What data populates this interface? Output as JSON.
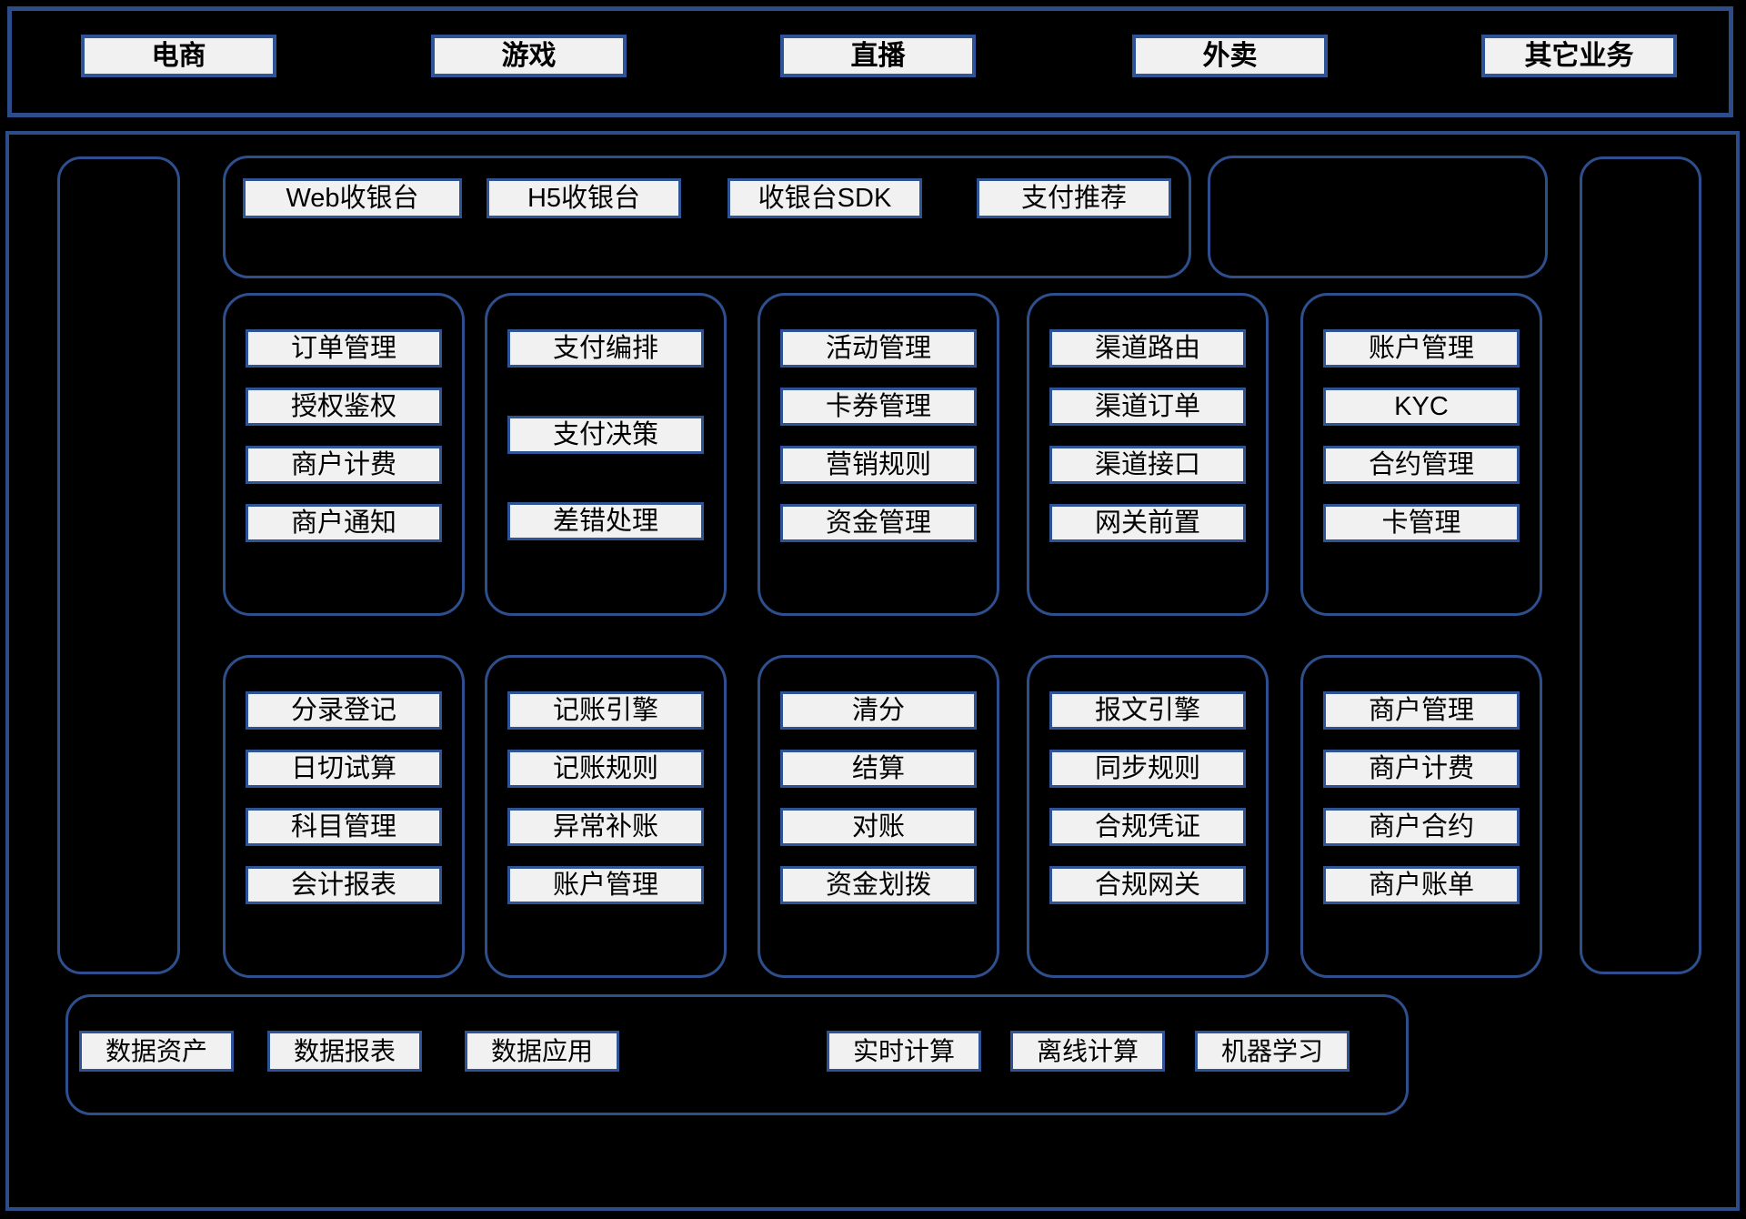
{
  "colors": {
    "background": "#000000",
    "container_border": "#2d4d8a",
    "group_border": "#2e4f8e",
    "box_border": "#2f5496",
    "box_fill": "#f1f1f1",
    "box_text": "#000000"
  },
  "business_layer": {
    "items": [
      "电商",
      "游戏",
      "直播",
      "外卖",
      "其它业务"
    ]
  },
  "payment_products": {
    "items": [
      "Web收银台",
      "H5收银台",
      "收银台SDK",
      "支付推荐"
    ]
  },
  "service_groups_row1": [
    {
      "items": [
        "订单管理",
        "授权鉴权",
        "商户计费",
        "商户通知"
      ]
    },
    {
      "items": [
        "支付编排",
        "支付决策",
        "差错处理"
      ]
    },
    {
      "items": [
        "活动管理",
        "卡券管理",
        "营销规则",
        "资金管理"
      ]
    },
    {
      "items": [
        "渠道路由",
        "渠道订单",
        "渠道接口",
        "网关前置"
      ]
    },
    {
      "items": [
        "账户管理",
        "KYC",
        "合约管理",
        "卡管理"
      ]
    }
  ],
  "service_groups_row2": [
    {
      "items": [
        "分录登记",
        "日切试算",
        "科目管理",
        "会计报表"
      ]
    },
    {
      "items": [
        "记账引擎",
        "记账规则",
        "异常补账",
        "账户管理"
      ]
    },
    {
      "items": [
        "清分",
        "结算",
        "对账",
        "资金划拨"
      ]
    },
    {
      "items": [
        "报文引擎",
        "同步规则",
        "合规凭证",
        "合规网关"
      ]
    },
    {
      "items": [
        "商户管理",
        "商户计费",
        "商户合约",
        "商户账单"
      ]
    }
  ],
  "data_platform": {
    "left_items": [
      "数据资产",
      "数据报表",
      "数据应用"
    ],
    "right_items": [
      "实时计算",
      "离线计算",
      "机器学习"
    ]
  }
}
